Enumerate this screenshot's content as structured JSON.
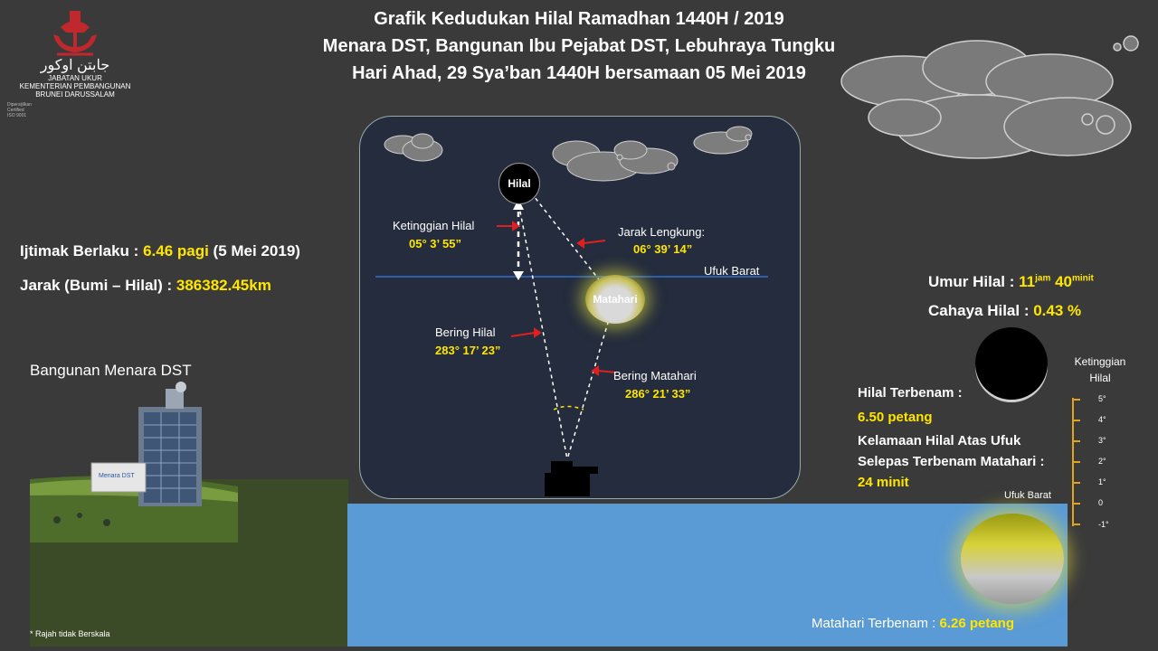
{
  "title": {
    "line1": "Grafik Kedudukan Hilal Ramadhan 1440H / 2019",
    "line2": "Menara DST, Bangunan Ibu Pejabat DST, Lebuhraya Tungku",
    "line3": "Hari Ahad, 29 Sya’ban 1440H bersamaan 05 Mei 2019"
  },
  "logo": {
    "jawi": "جابتن اوكور",
    "org1": "JABATAN UKUR",
    "org2": "KEMENTERIAN PEMBANGUNAN",
    "org3": "BRUNEI DARUSSALAM",
    "cert1": "Dipersijilkan",
    "cert2": "Certified",
    "cert3": "ISO 9001"
  },
  "left": {
    "ijtimak_label": "Ijtimak Berlaku : ",
    "ijtimak_value": "6.46 pagi",
    "ijtimak_date": " (5 Mei 2019)",
    "jarak_label": "Jarak (Bumi – Hilal) : ",
    "jarak_value": "386382.45km",
    "building_label": "Bangunan Menara DST",
    "note": "* Rajah tidak Berskala",
    "sign_text": "Menara DST"
  },
  "sky": {
    "hilal": "Hilal",
    "matahari": "Matahari",
    "ketinggian_label": "Ketinggian Hilal",
    "ketinggian_value": "05° 3’ 55”",
    "jarak_lengkung_label": "Jarak Lengkung:",
    "jarak_lengkung_value": "06° 39’ 14”",
    "ufuk_barat": "Ufuk Barat",
    "bering_hilal_label": "Bering Hilal",
    "bering_hilal_value": "283° 17’ 23”",
    "bering_matahari_label": "Bering Matahari",
    "bering_matahari_value": "286° 21’ 33”"
  },
  "right": {
    "umur_label": "Umur Hilal : ",
    "umur_jam": "11",
    "umur_jam_unit": "jam",
    "umur_minit": "40",
    "umur_minit_unit": "minit",
    "cahaya_label": "Cahaya Hilal : ",
    "cahaya_value": "0.43 %",
    "terbenam_label": "Hilal Terbenam :",
    "terbenam_value": "6.50 petang",
    "kelamaan_label1": "Kelamaan Hilal Atas Ufuk",
    "kelamaan_label2": "Selepas Terbenam Matahari :",
    "kelamaan_value": "24 minit",
    "scale_title1": "Ketinggian",
    "scale_title2": "Hilal",
    "scale_ticks": [
      "5°",
      "4°",
      "3°",
      "2°",
      "1°",
      "0",
      "-1°"
    ],
    "ufuk_barat": "Ufuk Barat",
    "matahari_terbenam_label": "Matahari Terbenam : ",
    "matahari_terbenam_value": "6.26 petang"
  },
  "colors": {
    "background": "#3a3a3a",
    "sky": "#242c3d",
    "highlight": "#ffe600",
    "water": "#5b9bd5",
    "ground": "#3b4a27",
    "arrow_red": "#e02020",
    "horizon_line": "#2e6fd0"
  }
}
